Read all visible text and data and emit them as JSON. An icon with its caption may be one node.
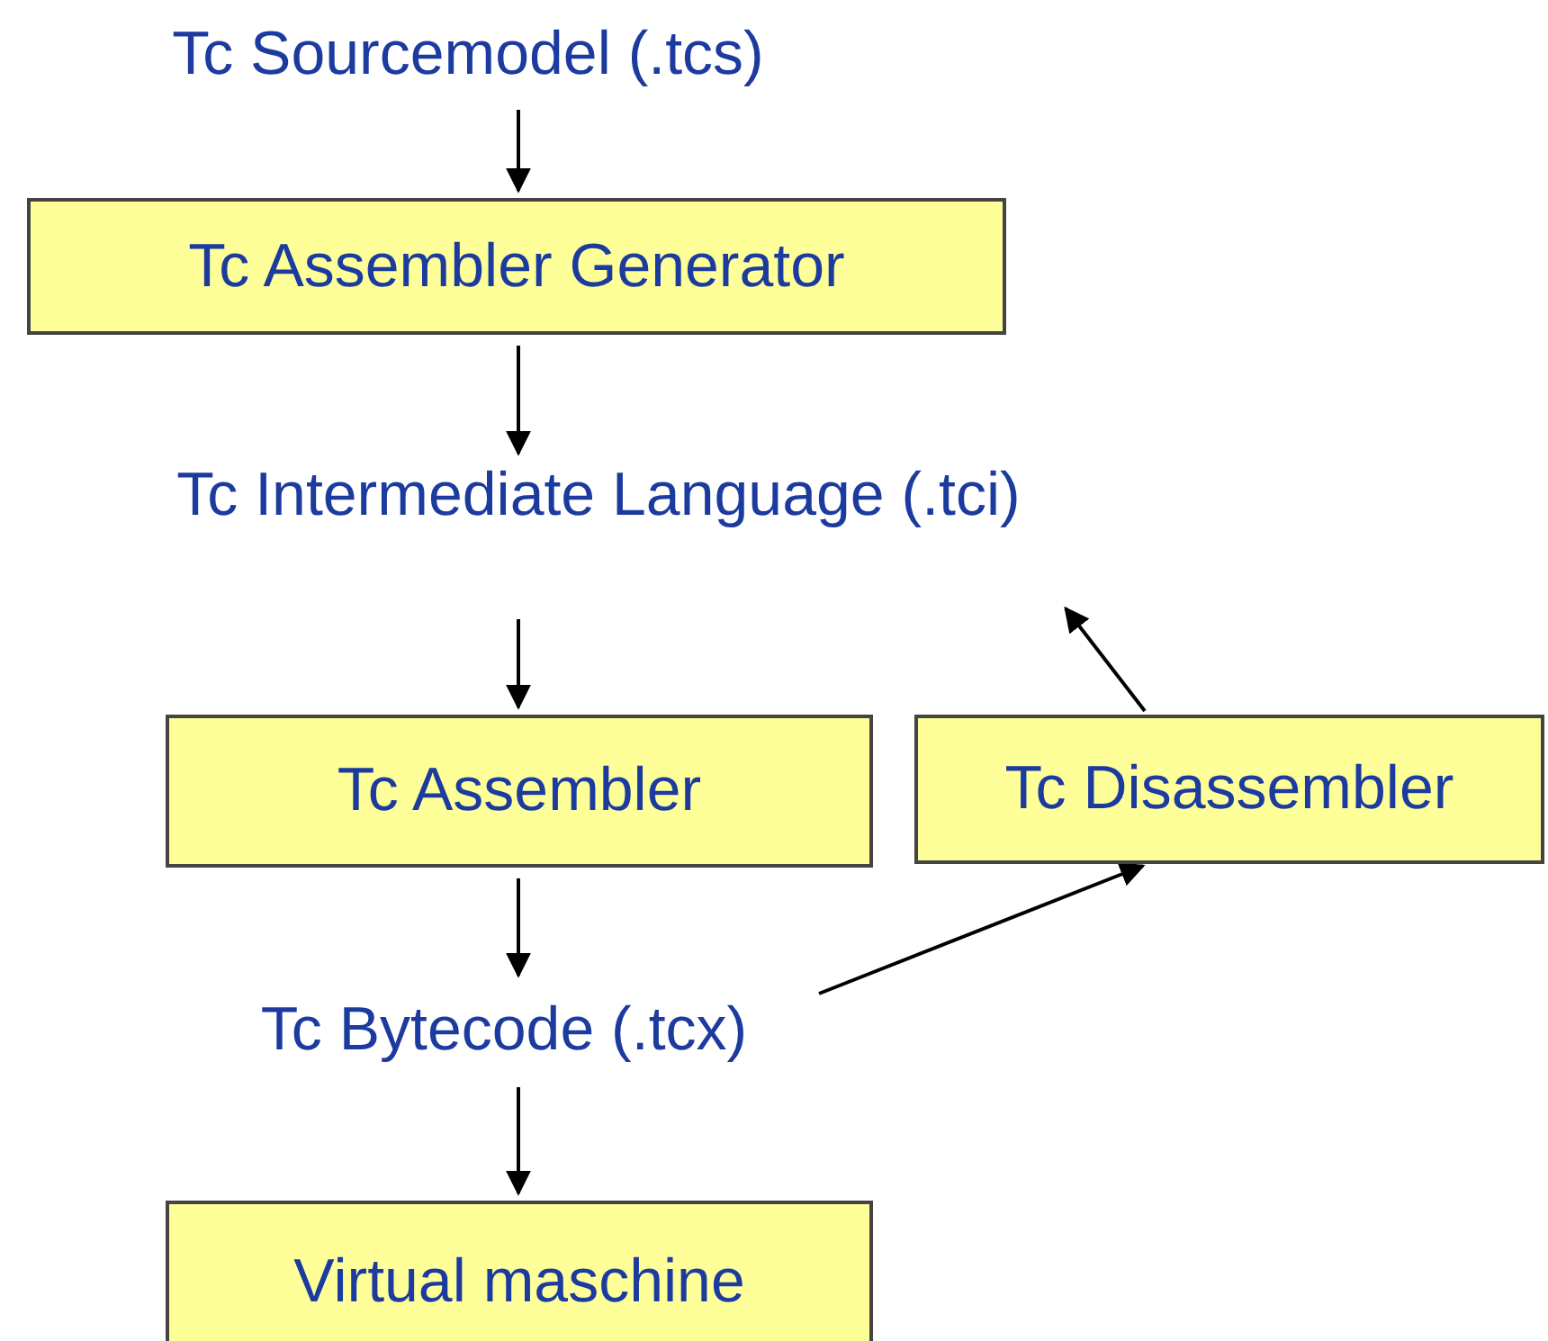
{
  "diagram": {
    "nodes": [
      {
        "text": [
          "Tc Sourcemodel (.tcs)"
        ]
      },
      {
        "text": [
          "Tc Assembler Generator"
        ]
      },
      {
        "text": [
          "Tc Intermediate Language (.tci)"
        ]
      },
      {
        "text": [
          "Tc Assembler"
        ]
      },
      {
        "text": [
          "Tc Disassembler"
        ]
      },
      {
        "text": [
          "Tc Bytecode (.tcx)"
        ]
      },
      {
        "text": [
          "Virtual maschine"
        ]
      }
    ],
    "edges": [
      {
        "from": 0,
        "to": 1,
        "arrow": "to"
      },
      {
        "from": 1,
        "to": 2,
        "arrow": "to"
      },
      {
        "from": 2,
        "to": 3,
        "arrow": "to"
      },
      {
        "from": 3,
        "to": 5,
        "arrow": "to"
      },
      {
        "from": 5,
        "to": 6,
        "arrow": "to"
      },
      {
        "from": 5,
        "to": 4,
        "arrow": "to"
      },
      {
        "from": 4,
        "to": 2,
        "arrow": "to"
      }
    ]
  }
}
